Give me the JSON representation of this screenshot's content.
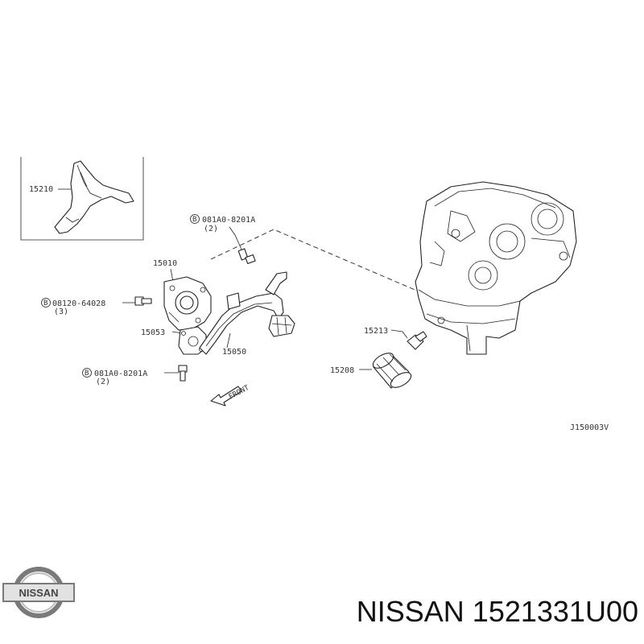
{
  "diagram": {
    "labels": {
      "insulator": "15210",
      "pump": "15010",
      "bolt_top_code": "081A0-8201A",
      "bolt_top_qty": "(2)",
      "bolt_left_code": "08120-64028",
      "bolt_left_qty": "(3)",
      "gasket": "15053",
      "strainer": "15050",
      "bolt_bottom_code": "081A0-8201A",
      "bolt_bottom_qty": "(2)",
      "connector": "15213",
      "filter": "15208",
      "front": "FRONT",
      "ref_code": "J150003V",
      "bolt_marker": "B"
    }
  },
  "brand": {
    "logo_text": "NISSAN",
    "caption": "NISSAN 1521331U00"
  }
}
